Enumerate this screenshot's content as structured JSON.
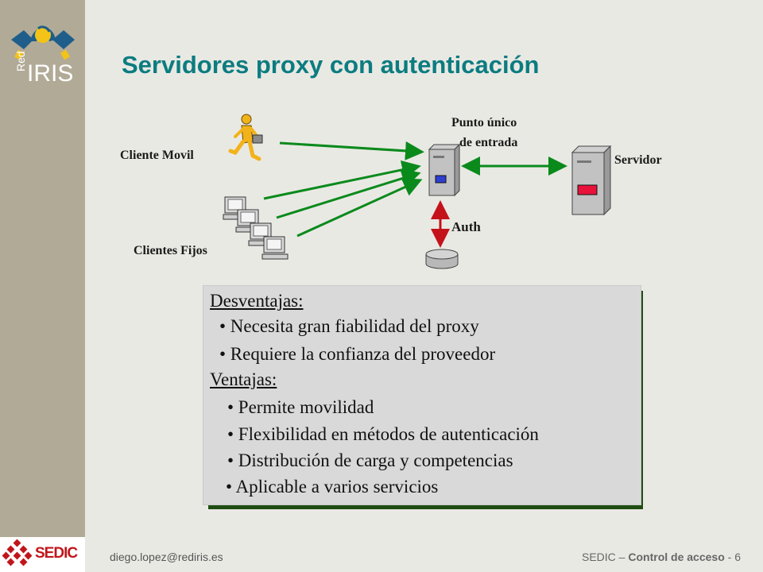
{
  "brand": {
    "red_label": "Red",
    "iris_label": "IRIS",
    "footer_logo": "SEDIC"
  },
  "title": "Servidores proxy con autenticación",
  "diagram": {
    "mobile_client": "Cliente Movil",
    "fixed_clients": "Clientes Fijos",
    "entry_point_line1": "Punto único",
    "entry_point_line2": "de entrada",
    "server": "Servidor",
    "auth": "Auth"
  },
  "panel": {
    "lines": [
      {
        "text": "Desventajas:",
        "heading": true
      },
      {
        "text": "• Necesita gran fiabilidad del proxy",
        "heading": false
      },
      {
        "text": "• Requiere la confianza del proveedor",
        "heading": false
      },
      {
        "text": "Ventajas:",
        "heading": true
      },
      {
        "text": "• Permite movilidad",
        "heading": false
      },
      {
        "text": "• Flexibilidad en métodos de autenticación",
        "heading": false
      },
      {
        "text": "• Distribución de carga y competencias",
        "heading": false
      },
      {
        "text": "• Aplicable a varios servicios",
        "heading": false
      }
    ]
  },
  "footer": {
    "email": "diego.lopez@rediris.es",
    "event": "SEDIC",
    "separator": " – ",
    "section": "Control de acceso",
    "page_sep": " - ",
    "page": "6"
  },
  "colors": {
    "title": "#0c7c80",
    "sidebar": "#b1aa97",
    "arrow_green": "#0b8a1c",
    "auth_arrow": "#c4121a",
    "panel_shadow": "#1f4d12"
  }
}
